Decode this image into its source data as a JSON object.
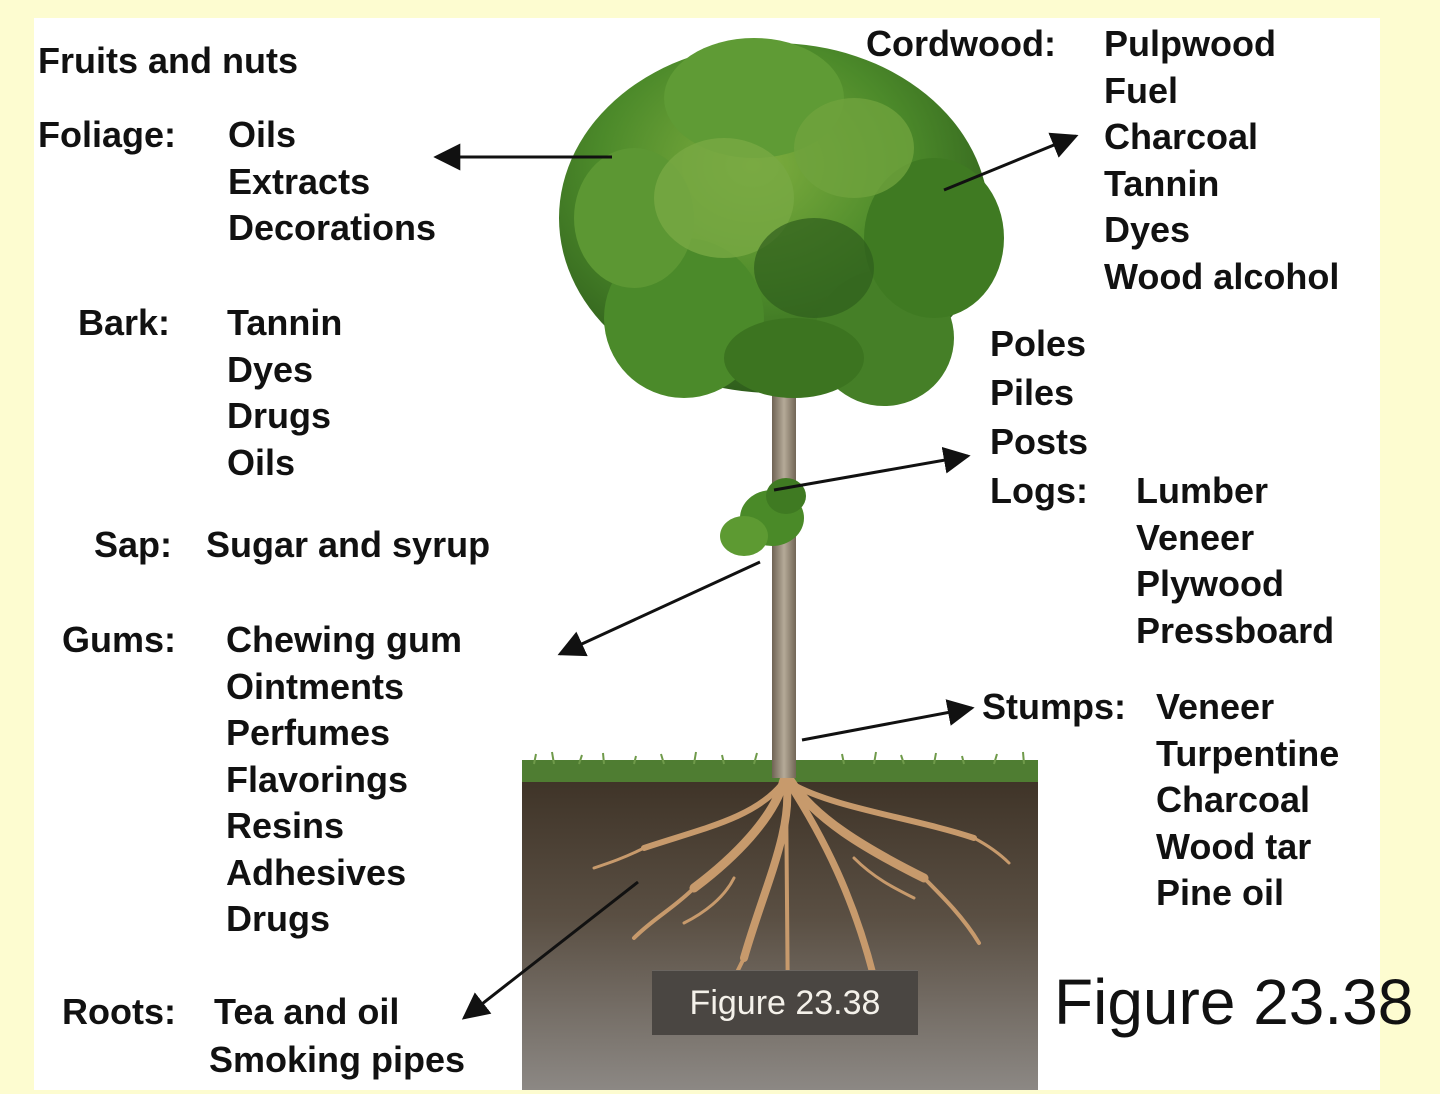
{
  "groups": {
    "fruits": {
      "label": "Fruits and nuts"
    },
    "foliage": {
      "label": "Foliage:",
      "items": [
        "Oils",
        "Extracts",
        "Decorations"
      ]
    },
    "bark": {
      "label": "Bark:",
      "items": [
        "Tannin",
        "Dyes",
        "Drugs",
        "Oils"
      ]
    },
    "sap": {
      "label": "Sap:",
      "items": [
        "Sugar and syrup"
      ]
    },
    "gums": {
      "label": "Gums:",
      "items": [
        "Chewing gum",
        "Ointments",
        "Perfumes",
        "Flavorings",
        "Resins",
        "Adhesives",
        "Drugs"
      ]
    },
    "roots": {
      "label": "Roots:",
      "items": [
        "Tea and oil",
        "Smoking pipes"
      ]
    },
    "cordwood": {
      "label": "Cordwood:",
      "items": [
        "Pulpwood",
        "Fuel",
        "Charcoal",
        "Tannin",
        "Dyes",
        "Wood alcohol"
      ]
    },
    "poles": {
      "items": [
        "Poles",
        "Piles",
        "Posts"
      ]
    },
    "logs": {
      "label": "Logs:",
      "items": [
        "Lumber",
        "Veneer",
        "Plywood",
        "Pressboard"
      ]
    },
    "stumps": {
      "label": "Stumps:",
      "items": [
        "Veneer",
        "Turpentine",
        "Charcoal",
        "Wood tar",
        "Pine oil"
      ]
    }
  },
  "badge": "Figure 23.38",
  "caption": "Figure 23.38",
  "colors": {
    "page": "#fdfcd0",
    "panel": "#ffffff",
    "text": "#111111",
    "foliage": "#3f7a22",
    "trunk": "#8a7d6a",
    "grass": "#4f7d32",
    "soil": "#5b4e40",
    "roots": "#c79a6c"
  }
}
